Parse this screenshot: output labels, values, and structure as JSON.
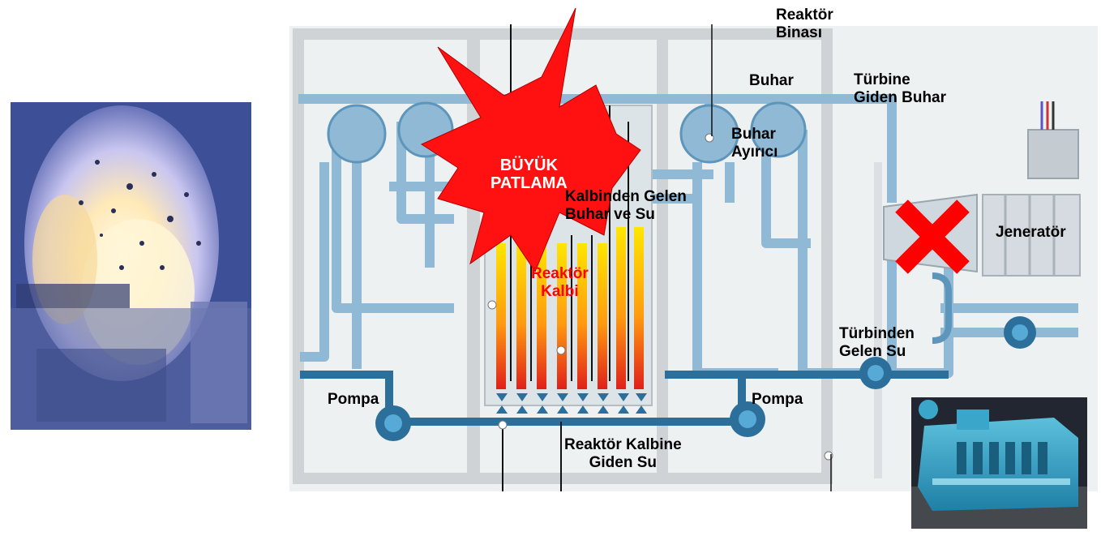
{
  "labels": {
    "reactor_building": "Reaktör\nBinası",
    "steam": "Buhar",
    "steam_to_turbine": "Türbine\nGiden Buhar",
    "steam_separator": "Buhar\nAyırıcı",
    "steam_water_from_core": "Kalbinden Gelen\nBuhar ve Su",
    "reactor_core": "Reaktör\nKalbi",
    "big_explosion": "BÜYÜK\nPATLAMA",
    "generator": "Jeneratör",
    "water_from_turbine": "Türbinden\nGelen Su",
    "pump_left": "Pompa",
    "pump_right": "Pompa",
    "water_to_core": "Reaktör Kalbine\nGiden Su"
  },
  "colors": {
    "pipe": "#8fb9d4",
    "pipe_dark": "#2b6f9a",
    "paper": "#eef1f2",
    "building": "#cfd3d6",
    "explosion": "#ff1111",
    "cross": "#ff0000",
    "fuel_top": "#ffe600",
    "fuel_bottom": "#e0201a",
    "engine": "#3aa6c9"
  },
  "icons": {
    "explosion_photo": "explosion-photo",
    "diesel_engine_photo": "diesel-engine-photo",
    "turbine_cross": "cross-mark-icon"
  }
}
